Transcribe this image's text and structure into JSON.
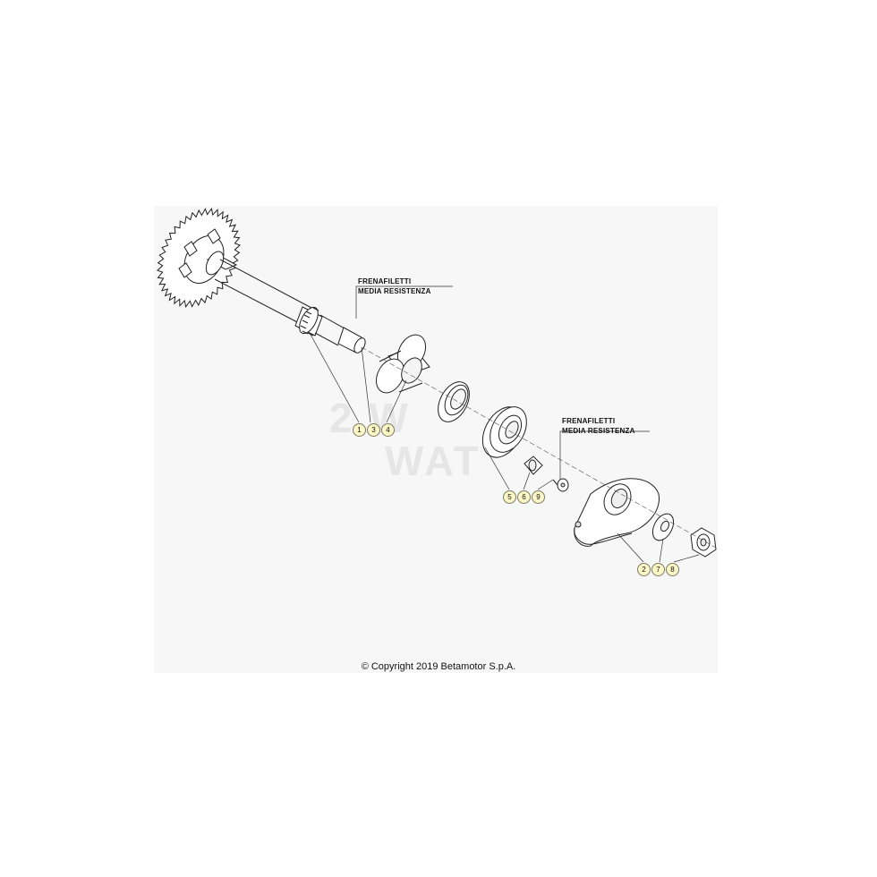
{
  "notes": {
    "note_a_line1": "FRENAFILETTI",
    "note_a_line2": "MEDIA RESISTENZA",
    "note_b_line1": "FRENAFILETTI",
    "note_b_line2": "MEDIA RESISTENZA"
  },
  "callouts": {
    "group1": [
      "1",
      "3",
      "4"
    ],
    "group2": [
      "5",
      "6",
      "9"
    ],
    "group3": [
      "2",
      "7",
      "8"
    ]
  },
  "colors": {
    "callout_fill": "#fbf7c6",
    "line": "#222222",
    "background": "#f7f7f7"
  },
  "footer": {
    "copyright": "© Copyright 2019 Betamotor S.p.A."
  }
}
